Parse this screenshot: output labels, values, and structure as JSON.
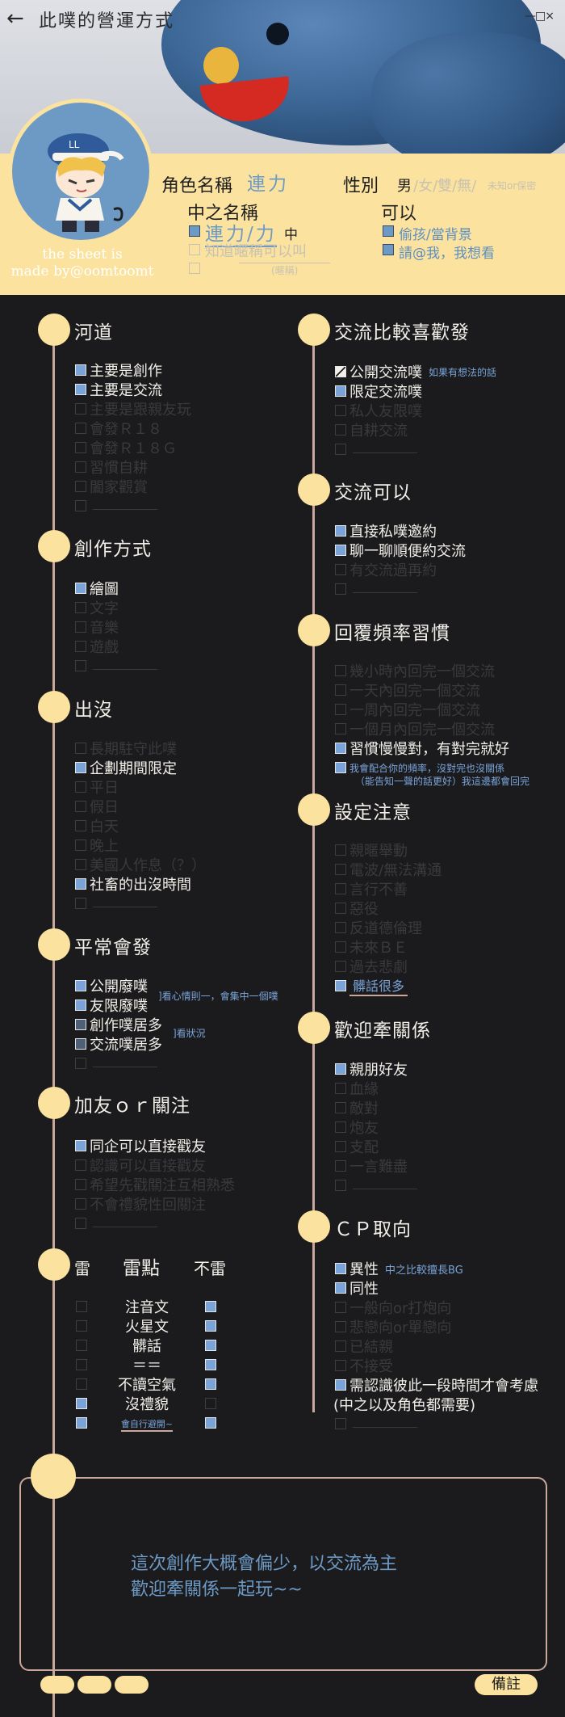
{
  "header": {
    "title": "此噗的營運方式",
    "back_icon": "←",
    "window_controls": "—□×",
    "credit_line1": "the sheet is",
    "credit_line2": "made by@oomtoomt"
  },
  "profile": {
    "role_label": "角色名稱",
    "role_value": "連力",
    "gender_label": "性別",
    "gender_selected": "男",
    "gender_other": "/女/雙/無/",
    "gender_unknown": "未知or保密",
    "inner_label": "中之名稱",
    "inner_value": "連力/力",
    "inner_suffix": "中",
    "inner_opt2": "知道暱稱可以叫",
    "inner_opt3_hint": "(暱稱)",
    "allow_label": "可以",
    "allow_opt1": "偷孩/當背景",
    "allow_opt2": "請@我，我想看"
  },
  "sections": {
    "river": {
      "title": "河道",
      "items": [
        "主要是創作",
        "主要是交流",
        "主要是跟親友玩",
        "會發Ｒ１８",
        "會發Ｒ１８Ｇ",
        "習慣自耕",
        "闔家觀賞"
      ]
    },
    "create": {
      "title": "創作方式",
      "items": [
        "繪圖",
        "文字",
        "音樂",
        "遊戲"
      ]
    },
    "appear": {
      "title": "出沒",
      "items": [
        "長期駐守此噗",
        "企劃期間限定",
        "平日",
        "假日",
        "白天",
        "晚上",
        "美國人作息（？）",
        "社畜的出沒時間"
      ]
    },
    "usual": {
      "title": "平常會發",
      "items": [
        "公開廢噗",
        "友限廢噗",
        "創作噗居多",
        "交流噗居多"
      ],
      "note1": "]看心情則一，會集中一個噗",
      "note2": "]看狀況"
    },
    "follow": {
      "title": "加友ｏｒ關注",
      "items": [
        "同企可以直接戳友",
        "認識可以直接戳友",
        "希望先戳關注互相熟悉",
        "不會禮貌性回關注"
      ]
    },
    "thunder": {
      "title": "雷",
      "col_mid": "雷點",
      "col_right": "不雷",
      "rows": [
        "注音文",
        "火星文",
        "髒話",
        "＝＝",
        "不讀空氣",
        "沒禮貌",
        "會自行避開~"
      ]
    },
    "exchange_like": {
      "title": "交流比較喜歡發",
      "items": [
        "公開交流噗",
        "限定交流噗",
        "私人友限噗",
        "自耕交流"
      ],
      "note": "如果有想法的話"
    },
    "exchange_ok": {
      "title": "交流可以",
      "items": [
        "直接私噗邀約",
        "聊一聊順便約交流",
        "有交流過再約"
      ]
    },
    "reply": {
      "title": "回覆頻率習慣",
      "items": [
        "幾小時內回完一個交流",
        "一天內回完一個交流",
        "一周內回完一個交流",
        "一個月內回完一個交流",
        "習慣慢慢對，有對完就好"
      ],
      "note_line1": "我會配合你的頻率，沒對完也沒關係",
      "note_line2": "（能告知一聲的話更好）我這邊都會回完"
    },
    "settings": {
      "title": "設定注意",
      "items": [
        "親暱舉動",
        "電波/無法溝通",
        "言行不善",
        "惡役",
        "反道德倫理",
        "未來ＢＥ",
        "過去悲劇",
        "髒話很多"
      ]
    },
    "relation": {
      "title": "歡迎牽關係",
      "items": [
        "親朋好友",
        "血緣",
        "敵對",
        "炮友",
        "支配",
        "一言難盡"
      ]
    },
    "cp": {
      "title": "ＣＰ取向",
      "items": [
        "異性",
        "同性",
        "一般向or打炮向",
        "悲戀向or單戀向",
        "已結親",
        "不接受",
        "需認識彼此一段時間才會考慮"
      ],
      "note": "中之比較擅長BG",
      "extra": "(中之以及角色都需要)"
    }
  },
  "memo": {
    "line1": "這次創作大概會偏少，以交流為主",
    "line2": "歡迎牽關係一起玩~~"
  },
  "footer": {
    "note_button": "備註"
  },
  "colors": {
    "accent_yellow": "#fbe29e",
    "accent_blue": "#7aa4d8",
    "line_pink": "#c9a79b",
    "background": "#1b1b1e"
  }
}
